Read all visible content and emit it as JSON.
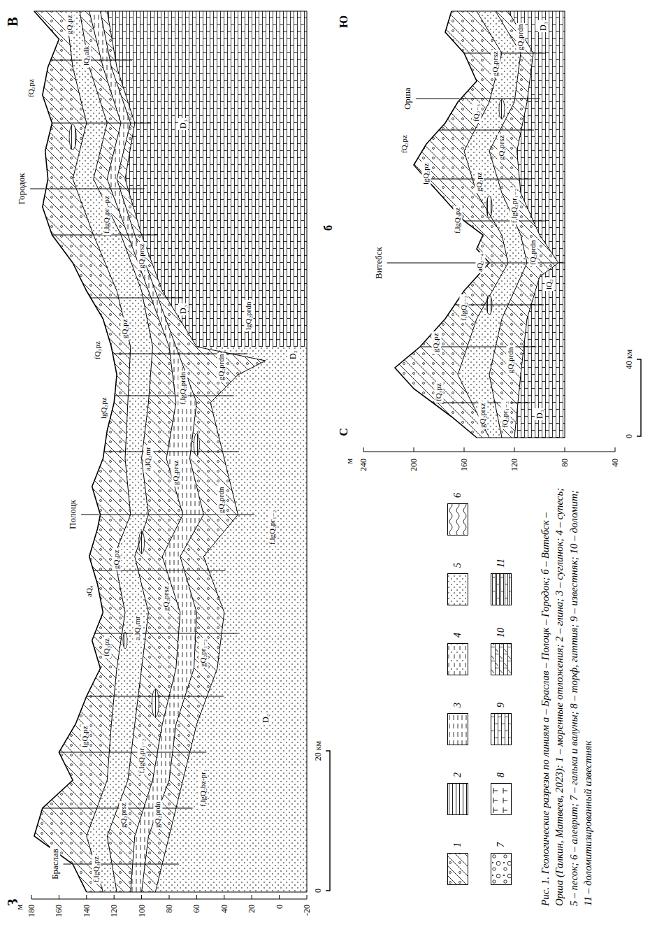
{
  "diagram": {
    "caption": "Рис. 1. Геологические разрезы по линиям а – Браслав – Полоцк – Городок; б – Витебск – Орша (Галкин, Матвеев, 2023): 1 – моренные отложения; 2 – глина; 3 – суглинок; 4 – супесь; 5 – песок; 6 – алеврит; 7 – галька и валуны; 8 – торф, гиттия; 9 – известняк; 10 – доломит; 11 – доломитизированный известняк",
    "labels": [
      "З",
      "В",
      "м",
      "180",
      "160",
      "140",
      "120",
      "100",
      "80",
      "60",
      "40",
      "20",
      "0",
      "-20",
      "Браслав",
      "Полоцк",
      "Городок",
      "0",
      "20 км",
      "f,lgQ₃pz",
      "gQ₂prsz",
      "f,lgQ₂pr₁₋₂",
      "gQ₂prdn",
      "f,lgQ₂bz-pr₁",
      "D₂",
      "lgQ₃pz",
      "fQ₃pz",
      "aQ₄",
      "gQ₃pz",
      "a,lQ₃mr",
      "a,lQ₃mr",
      "gQ₂prsz",
      "gQ₂pr₁₋₂",
      "gQ₂prsz",
      "gQ₂prdn",
      "f,lgQ₂pr₁₋₂",
      "lgQ₃pz",
      "fQ₃pz",
      "gQ₃pz",
      "f,lgQ₂prdn",
      "D₃",
      "gQ₂prdn",
      "lgQ₂prdn",
      "D₂",
      "gQ₂prsz",
      "f,lgQ₂pr₂-pz",
      "fQ₃pz",
      "lQ₃alk",
      "gQ₃pz",
      "D₃",
      "б",
      "С",
      "Ю",
      "м",
      "240",
      "200",
      "160",
      "120",
      "80",
      "40",
      "Витебск",
      "Орша",
      "0",
      "40 км",
      "fQ₃pz",
      "gQ₂prsz",
      "fQ₂pr₁₋₂",
      "D₃",
      "gQ₂prdn",
      "gQ₃pz",
      "f,lgQ₂₋₃",
      "aQ₃₋₄",
      "fQ₂prdn",
      "lQ₂",
      "f,lgQ₃pz",
      "gQ₃pz",
      "lgQ₃pz",
      "fQ₃pz",
      "gQ₂prsz",
      "f,lgQ₂pr₁₋₂",
      "fQ₂₋₃",
      "gQ₂prsz",
      "gQ₂prdn",
      "D₃"
    ],
    "legend": [
      {
        "text": "1"
      },
      {
        "text": "2"
      },
      {
        "text": "3"
      },
      {
        "text": "4"
      },
      {
        "text": "5"
      },
      {
        "text": "6"
      },
      {
        "text": "7"
      },
      {
        "text": "8"
      },
      {
        "text": "9"
      },
      {
        "text": "10"
      },
      {
        "text": "11"
      }
    ]
  }
}
